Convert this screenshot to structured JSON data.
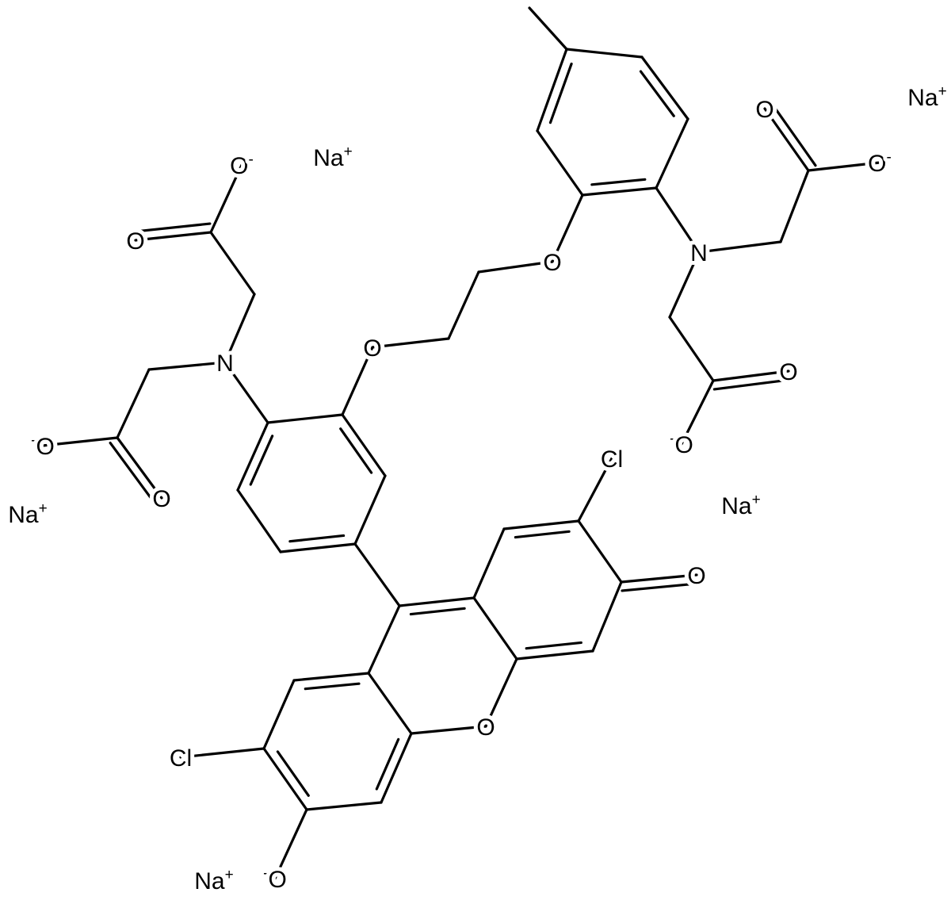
{
  "title": "Chemical structure (pentasodium salt, dichlorofluorescein BAPTA-type indicator)",
  "colors": {
    "bond": "#000000",
    "background": "#ffffff"
  },
  "atoms": {
    "O_ether_right": {
      "element": "O",
      "charge": ""
    },
    "O_ether_left": {
      "element": "O",
      "charge": ""
    },
    "N_right": {
      "element": "N",
      "charge": ""
    },
    "N_left": {
      "element": "N",
      "charge": ""
    },
    "O_r1_double": {
      "element": "O",
      "charge": ""
    },
    "O_r1_minus": {
      "element": "O",
      "charge": "-"
    },
    "O_r2_double": {
      "element": "O",
      "charge": ""
    },
    "O_r2_minus": {
      "element": "O",
      "charge": "-"
    },
    "O_l1_double": {
      "element": "O",
      "charge": ""
    },
    "O_l1_minus": {
      "element": "O",
      "charge": "-"
    },
    "O_l2_double": {
      "element": "O",
      "charge": ""
    },
    "O_l2_minus": {
      "element": "O",
      "charge": "-"
    },
    "Cl_top": {
      "element": "Cl",
      "charge": ""
    },
    "Cl_bottom": {
      "element": "Cl",
      "charge": ""
    },
    "O_keto": {
      "element": "O",
      "charge": ""
    },
    "O_xanthene": {
      "element": "O",
      "charge": ""
    },
    "O_phenolate": {
      "element": "O",
      "charge": "-"
    },
    "Na_1": {
      "element": "Na",
      "charge": "+"
    },
    "Na_2": {
      "element": "Na",
      "charge": "+"
    },
    "Na_3": {
      "element": "Na",
      "charge": "+"
    },
    "Na_4": {
      "element": "Na",
      "charge": "+"
    },
    "Na_5": {
      "element": "Na",
      "charge": "+"
    }
  }
}
